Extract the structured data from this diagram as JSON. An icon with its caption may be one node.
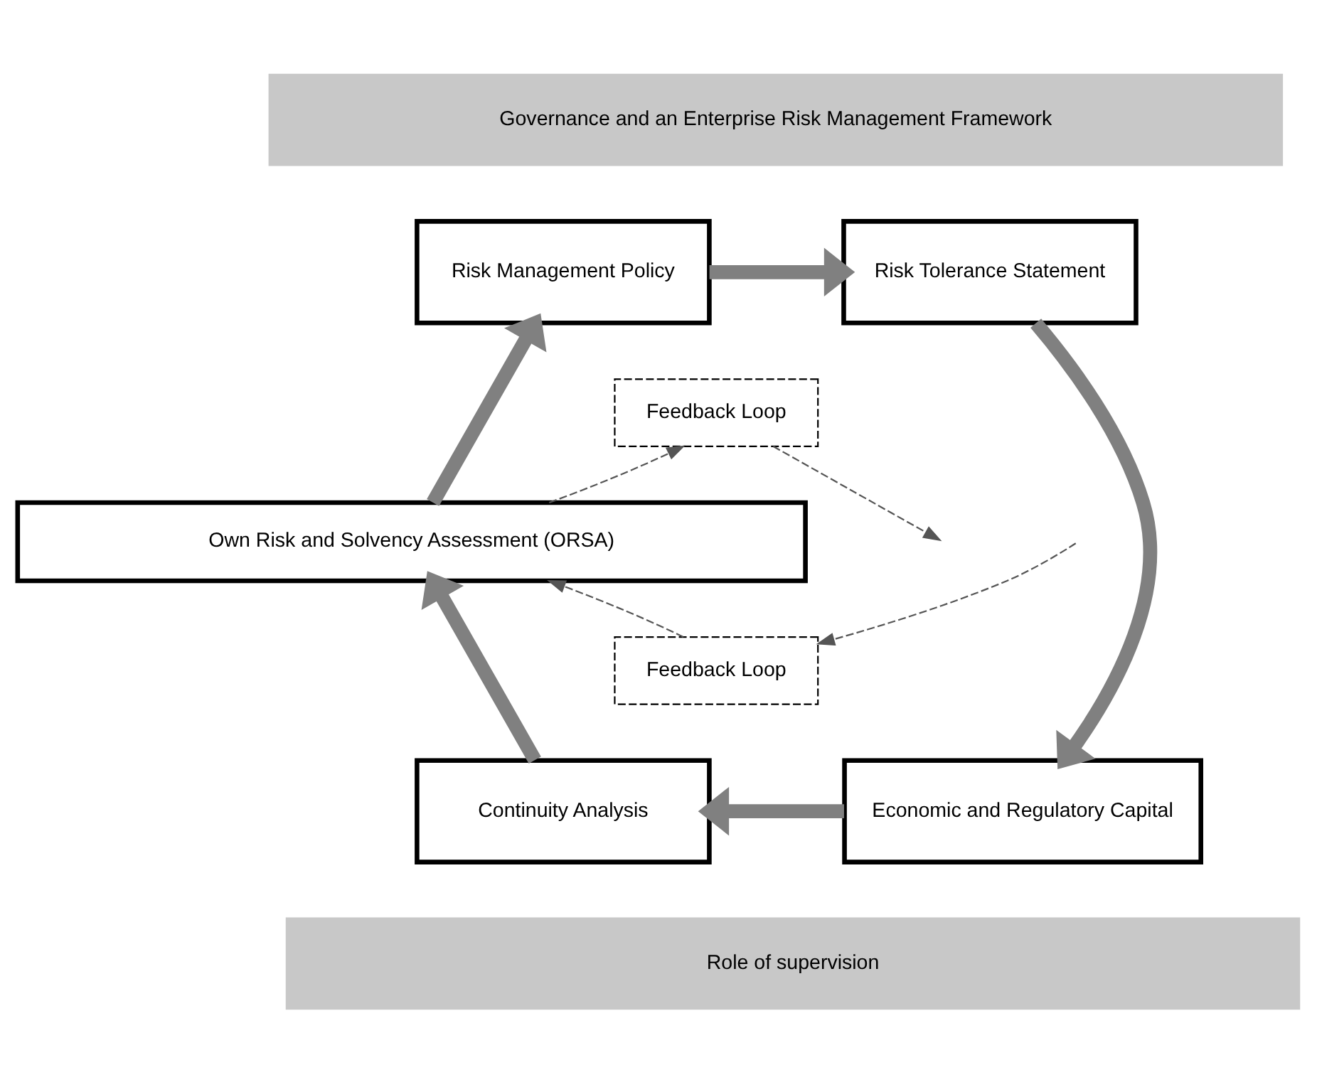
{
  "diagram": {
    "nodes": [
      {
        "text": [
          "Governance and an Enterprise Risk Management Framework"
        ]
      },
      {
        "text": [
          "Risk Management Policy"
        ]
      },
      {
        "text": [
          "Risk Tolerance Statement"
        ]
      },
      {
        "text": [
          "Feedback Loop"
        ]
      },
      {
        "text": [
          "Own Risk and Solvency Assessment (ORSA)"
        ]
      },
      {
        "text": [
          "Feedback Loop"
        ]
      },
      {
        "text": [
          "Continuity Analysis"
        ]
      },
      {
        "text": [
          "Economic and Regulatory Capital"
        ]
      },
      {
        "text": [
          "Role of supervision"
        ]
      }
    ],
    "edges": [
      {
        "from": 1,
        "to": 2,
        "arrow": "to"
      },
      {
        "from": 2,
        "to": 7,
        "arrow": "to"
      },
      {
        "from": 7,
        "to": 6,
        "arrow": "to"
      },
      {
        "from": 6,
        "to": 4,
        "arrow": "to"
      },
      {
        "from": 4,
        "to": 1,
        "arrow": "to"
      },
      {
        "from": 3,
        "to": null,
        "arrow": "to",
        "style": "dashed"
      },
      {
        "from": 4,
        "to": 3,
        "arrow": "to",
        "style": "dashed"
      },
      {
        "from": 5,
        "to": 4,
        "arrow": "to",
        "style": "dashed"
      },
      {
        "from": null,
        "to": 5,
        "arrow": "to",
        "style": "dashed"
      }
    ]
  }
}
